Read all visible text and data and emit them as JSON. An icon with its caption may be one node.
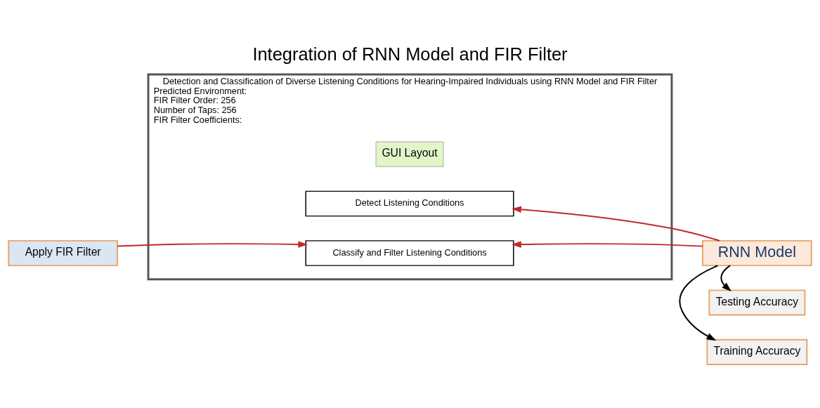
{
  "diagram": {
    "title": "Integration of RNN Model and FIR Filter",
    "nodes": [
      {
        "text": [
          "Detection and Classification of Diverse Listening Conditions for Hearing-Impaired Individuals using RNN Model and FIR Filter",
          "Predicted Environment:",
          "FIR Filter Order: 256",
          "Number of Taps: 256",
          "FIR Filter Coefficients:"
        ]
      },
      {
        "text": [
          "GUI Layout"
        ],
        "in": 0
      },
      {
        "text": [
          "Detect Listening Conditions"
        ],
        "in": 0
      },
      {
        "text": [
          "Classify and Filter Listening Conditions"
        ],
        "in": 0
      },
      {
        "text": [
          "Apply FIR Filter"
        ]
      },
      {
        "text": [
          "RNN Model"
        ]
      },
      {
        "text": [
          "Training Accuracy"
        ]
      },
      {
        "text": [
          "Testing Accuracy"
        ]
      }
    ],
    "edges": [
      {
        "from": 4,
        "to": 3,
        "arrow": "to"
      },
      {
        "from": 5,
        "to": 2,
        "arrow": "to"
      },
      {
        "from": 5,
        "to": 3,
        "arrow": "to"
      },
      {
        "from": 5,
        "to": 6,
        "arrow": "to",
        "color": "#000000"
      },
      {
        "from": 5,
        "to": 7,
        "arrow": "to",
        "color": "#000000"
      }
    ]
  }
}
